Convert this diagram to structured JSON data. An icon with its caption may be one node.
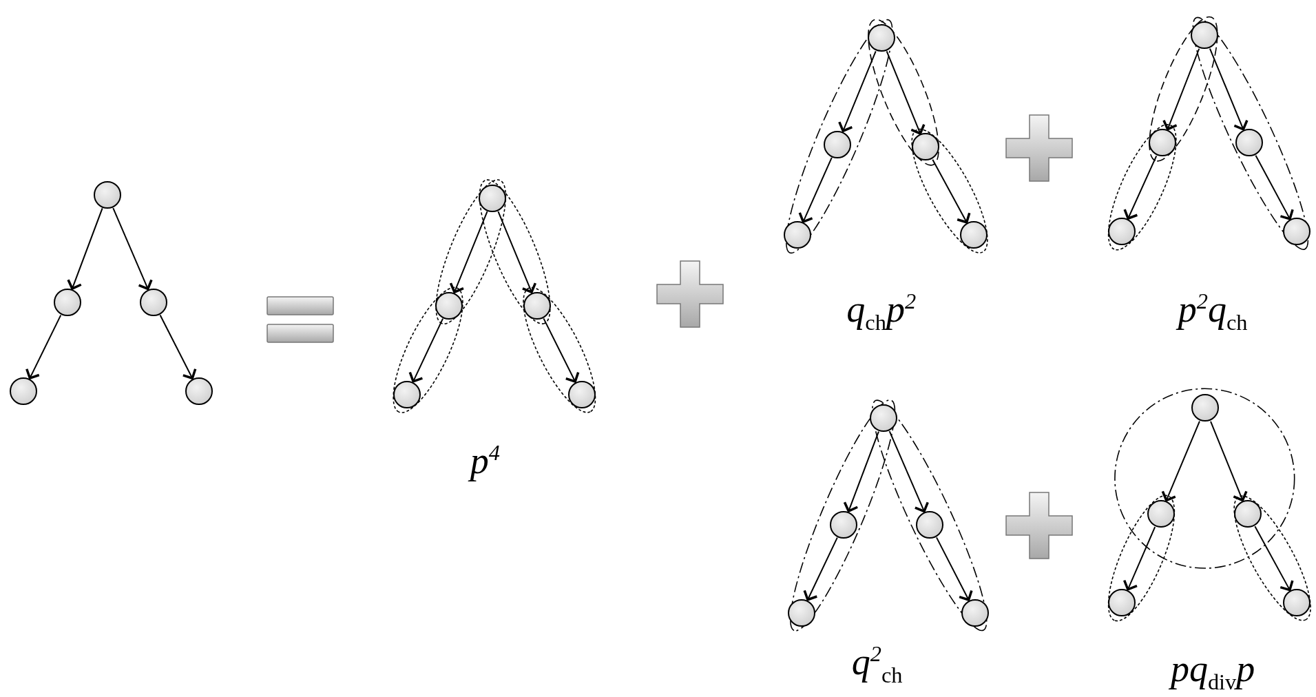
{
  "diagram": {
    "nodes": [
      {
        "text": [],
        "shape": "circle"
      },
      {
        "text": [],
        "shape": "circle"
      },
      {
        "text": [],
        "shape": "circle"
      },
      {
        "text": [],
        "shape": "circle"
      },
      {
        "text": [],
        "shape": "circle"
      },
      {
        "text": [],
        "shape": "circle"
      },
      {
        "text": [],
        "shape": "circle"
      },
      {
        "text": [],
        "shape": "circle"
      },
      {
        "text": [],
        "shape": "circle"
      },
      {
        "text": [],
        "shape": "circle"
      },
      {
        "text": [],
        "shape": "circle"
      },
      {
        "text": [],
        "shape": "circle"
      },
      {
        "text": [],
        "shape": "circle"
      },
      {
        "text": [],
        "shape": "circle"
      },
      {
        "text": [],
        "shape": "circle"
      },
      {
        "text": [],
        "shape": "circle"
      },
      {
        "text": [],
        "shape": "circle"
      },
      {
        "text": [],
        "shape": "circle"
      },
      {
        "text": [],
        "shape": "circle"
      },
      {
        "text": [],
        "shape": "circle"
      },
      {
        "text": [],
        "shape": "circle"
      },
      {
        "text": [],
        "shape": "circle"
      },
      {
        "text": [],
        "shape": "circle"
      },
      {
        "text": [],
        "shape": "circle"
      },
      {
        "text": [],
        "shape": "circle"
      },
      {
        "text": [],
        "shape": "circle"
      },
      {
        "text": [],
        "shape": "circle"
      },
      {
        "text": [],
        "shape": "circle"
      },
      {
        "text": [],
        "shape": "circle"
      },
      {
        "text": [],
        "shape": "circle"
      }
    ],
    "edges": [
      {
        "from": 0,
        "to": 1,
        "arrow": "to"
      },
      {
        "from": 0,
        "to": 2,
        "arrow": "to"
      },
      {
        "from": 1,
        "to": 3,
        "arrow": "to"
      },
      {
        "from": 2,
        "to": 4,
        "arrow": "to"
      },
      {
        "from": 5,
        "to": 6,
        "arrow": "to"
      },
      {
        "from": 5,
        "to": 7,
        "arrow": "to"
      },
      {
        "from": 6,
        "to": 8,
        "arrow": "to"
      },
      {
        "from": 7,
        "to": 9,
        "arrow": "to"
      },
      {
        "from": 10,
        "to": 11,
        "arrow": "to"
      },
      {
        "from": 10,
        "to": 12,
        "arrow": "to"
      },
      {
        "from": 11,
        "to": 13,
        "arrow": "to"
      },
      {
        "from": 12,
        "to": 14,
        "arrow": "to"
      },
      {
        "from": 15,
        "to": 16,
        "arrow": "to"
      },
      {
        "from": 15,
        "to": 17,
        "arrow": "to"
      },
      {
        "from": 16,
        "to": 18,
        "arrow": "to"
      },
      {
        "from": 17,
        "to": 19,
        "arrow": "to"
      },
      {
        "from": 20,
        "to": 21,
        "arrow": "to"
      },
      {
        "from": 20,
        "to": 22,
        "arrow": "to"
      },
      {
        "from": 21,
        "to": 23,
        "arrow": "to"
      },
      {
        "from": 22,
        "to": 24,
        "arrow": "to"
      },
      {
        "from": 25,
        "to": 26,
        "arrow": "to"
      },
      {
        "from": 25,
        "to": 27,
        "arrow": "to"
      },
      {
        "from": 26,
        "to": 28,
        "arrow": "to"
      },
      {
        "from": 27,
        "to": 29,
        "arrow": "to"
      }
    ],
    "labels": [
      "p$^{4}$",
      "q$_{ch}$p$^{2}$",
      "p$^{2}$q$_{ch}$",
      "q$^{2}$$_{ch}$",
      "pq$_{div}$p"
    ]
  }
}
